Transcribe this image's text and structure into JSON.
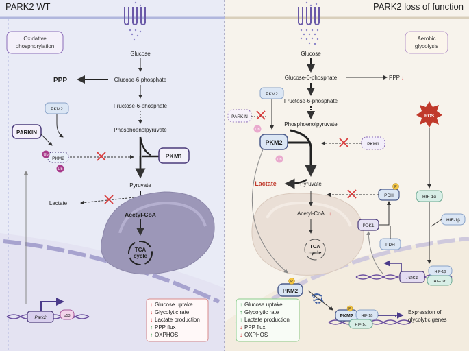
{
  "left_panel": {
    "title": "PARK2 WT",
    "mode_box": [
      "Oxidative",
      "phosphorylation"
    ],
    "pathway": {
      "glucose": "Glucose",
      "g6p": "Glucose-6-phosphate",
      "f6p": "Fructose-6-phosphate",
      "pep": "Phosphoenolpyruvate",
      "pyruvate": "Pyruvate",
      "acetyl": "Acetyl-CoA",
      "lactate": "Lactate",
      "ppp": "PPP",
      "tca": [
        "TCA",
        "cycle"
      ]
    },
    "proteins": {
      "pkm2_top": "PKM2",
      "parkin": "PARKIN",
      "pkm2_ub": "PKM2",
      "ub1": "Ub",
      "ub2": "Ub",
      "pkm1": "PKM1",
      "gene": "Park2",
      "p53": "p53"
    },
    "legend": [
      {
        "arrow": "↓",
        "color": "#d83a3a",
        "text": "Glucose uptake"
      },
      {
        "arrow": "↓",
        "color": "#d83a3a",
        "text": "Glycolytic rate"
      },
      {
        "arrow": "↓",
        "color": "#d83a3a",
        "text": "Lactate production"
      },
      {
        "arrow": "↑",
        "color": "#3a9a4a",
        "text": "PPP flux"
      },
      {
        "arrow": "↑",
        "color": "#3a9a4a",
        "text": "OXPHOS"
      }
    ]
  },
  "right_panel": {
    "title": "PARK2 loss of function",
    "mode_box": [
      "Aerobic",
      "glycolysis"
    ],
    "pathway": {
      "glucose": "Glucose",
      "g6p": "Glucose-6-phosphate",
      "f6p": "Fructose-6-phosphate",
      "pep": "Phosphoenolpyruvate",
      "pyruvate": "Pyruvate",
      "acetyl": "Acetyl-CoA",
      "lactate": "Lactate",
      "ppp": "PPP",
      "tca": [
        "TCA",
        "cycle"
      ]
    },
    "proteins": {
      "pkm2_top": "PKM2",
      "parkin": "PARKIN",
      "ub": "Ub",
      "pkm2_main": "PKM2",
      "ub_small": "Ub",
      "pkm1": "PKM1",
      "ros": "ROS",
      "pdh_top": "PDH",
      "p": "P",
      "pdk1": "PDK1",
      "pdh_bottom": "PDH",
      "hif1a": "HIF-1α",
      "hif1b": "HIF-1β",
      "pkm2_nuc": "PKM2",
      "p_nuc": "P",
      "hif1b_dna": "HIF-1β",
      "hif1a_dna": "HIF-1α",
      "pdk1_gene": "PDK1",
      "pkm2_complex": "PKM2",
      "p_complex": "P",
      "hif1b_complex": "HIF-1β",
      "hif1a_complex": "HIF-1α",
      "expression": [
        "Expression of",
        "glycolytic genes"
      ]
    },
    "legend": [
      {
        "arrow": "↑",
        "color": "#3a9a4a",
        "text": "Glucose uptake"
      },
      {
        "arrow": "↑",
        "color": "#3a9a4a",
        "text": "Glycolytic rate"
      },
      {
        "arrow": "↑",
        "color": "#3a9a4a",
        "text": "Lactate production"
      },
      {
        "arrow": "↓",
        "color": "#d83a3a",
        "text": "PPP flux"
      },
      {
        "arrow": "↓",
        "color": "#d83a3a",
        "text": "OXPHOS"
      }
    ]
  },
  "colors": {
    "left_bg": "#e9ebf6",
    "right_bg": "#f7f3ec",
    "purple": "#6b4fa0",
    "red": "#d83a3a",
    "green": "#3a9a4a",
    "mito": "#9c97b8",
    "blue_box": "#dbe6f4"
  }
}
